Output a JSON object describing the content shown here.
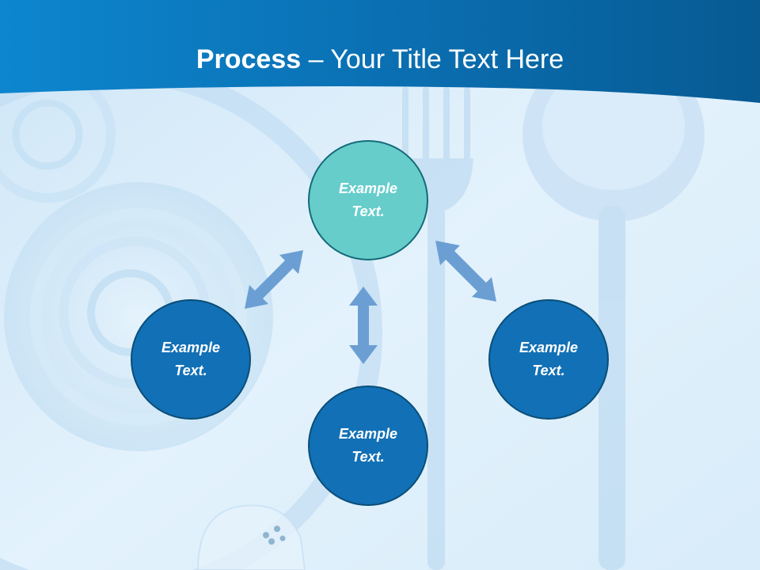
{
  "slide": {
    "title_bold": "Process",
    "title_rest": " – Your Title Text Here"
  },
  "nodes": {
    "top": {
      "line1": "Example",
      "line2": "Text."
    },
    "left": {
      "line1": "Example",
      "line2": "Text."
    },
    "bottom": {
      "line1": "Example",
      "line2": "Text."
    },
    "right": {
      "line1": "Example",
      "line2": "Text."
    }
  },
  "colors": {
    "header": "#0b7cc4",
    "teal_node": "#66cdcb",
    "blue_node": "#1270b6",
    "arrow": "#6b9fd3"
  }
}
